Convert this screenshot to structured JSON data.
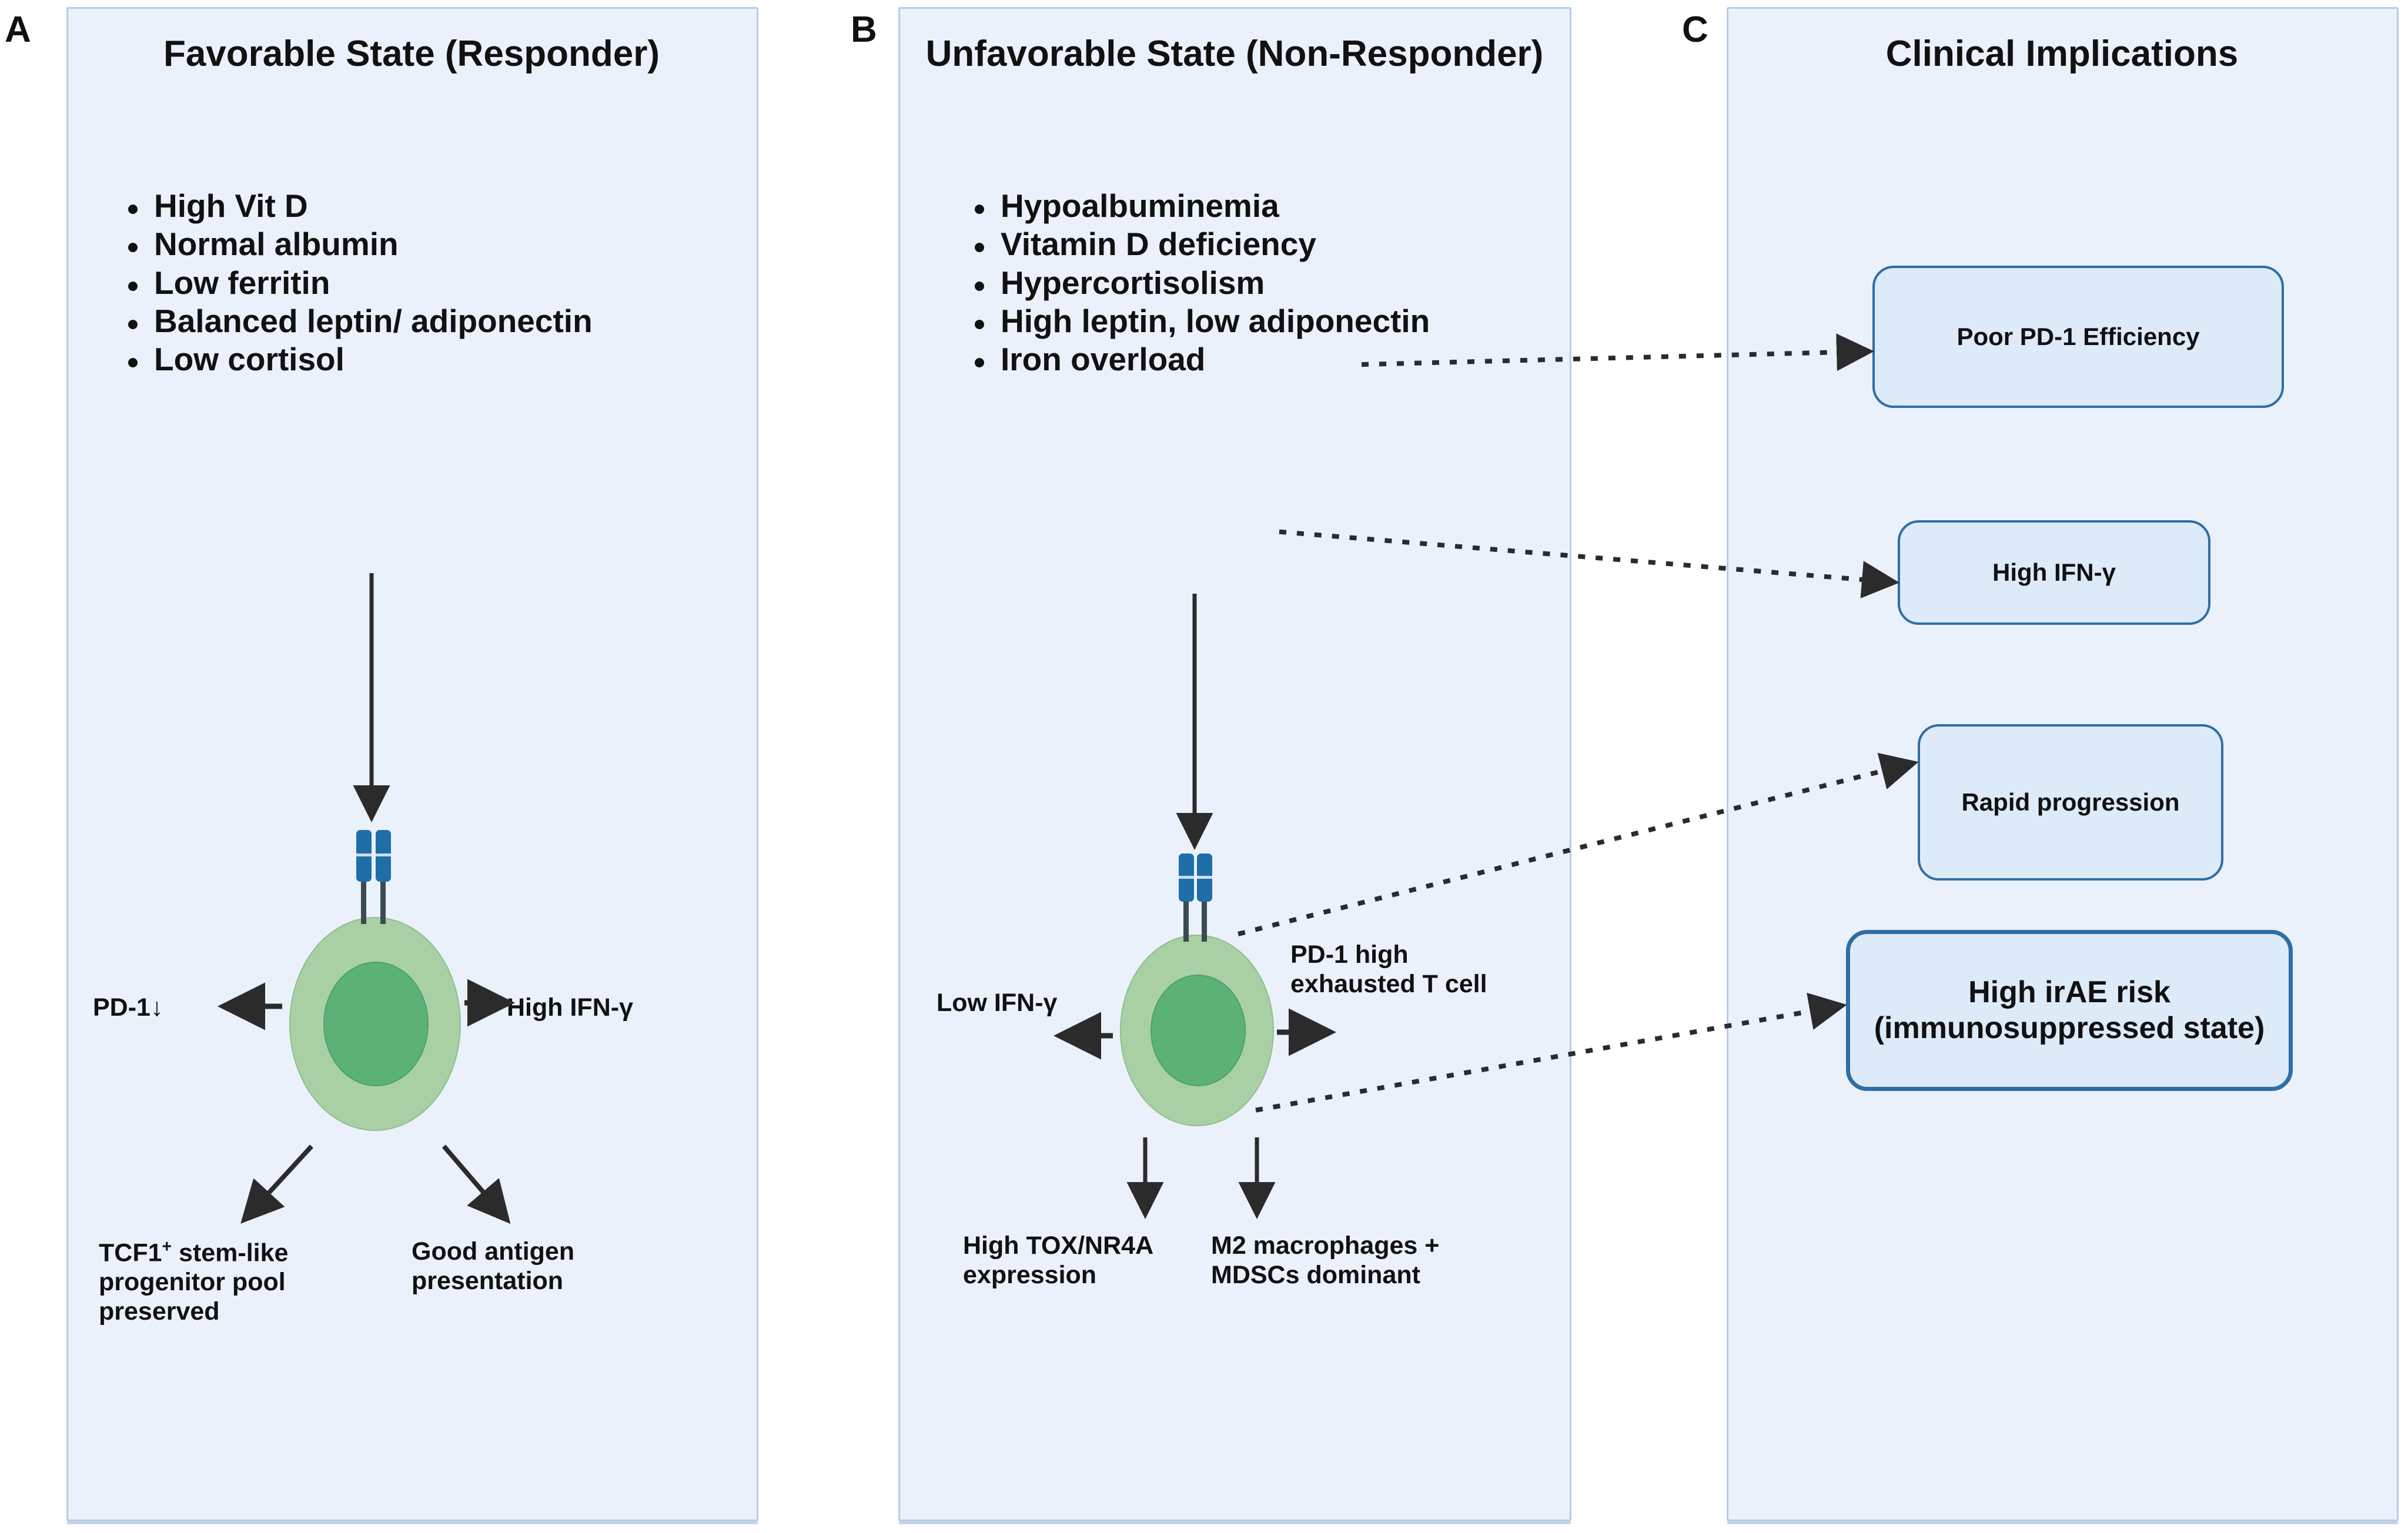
{
  "panels": {
    "a": {
      "letter": "A",
      "title": "Favorable State (Responder)",
      "bullets": [
        "High Vit D",
        "Normal albumin",
        "Low ferritin",
        "Balanced leptin/ adiponectin",
        "Low cortisol"
      ],
      "labels": {
        "pd1": "PD-1",
        "pd1_arrow_glyph": "↓",
        "high_ifn": "High IFN-γ",
        "tcf1_prefix": "TCF1",
        "tcf1_sup": "+",
        "tcf1_rest": " stem-like progenitor pool preserved",
        "good_antigen": "Good antigen presentation"
      }
    },
    "b": {
      "letter": "B",
      "title": "Unfavorable State (Non-Responder)",
      "bullets": [
        "Hypoalbuminemia",
        "Vitamin D deficiency",
        "Hypercortisolism",
        "High leptin, low adiponectin",
        "Iron overload"
      ],
      "labels": {
        "low_ifn": "Low IFN-γ",
        "pd1_high": "PD-1 high exhausted T cell",
        "tox": "High TOX/NR4A expression",
        "m2": "M2 macrophages + MDSCs dominant"
      }
    },
    "c": {
      "letter": "C",
      "title": "Clinical Implications",
      "boxes": [
        {
          "id": "poor-pd1-efficiency",
          "label": "Poor PD-1 Efficiency"
        },
        {
          "id": "high-ifn-gamma",
          "label": "High IFN-γ"
        },
        {
          "id": "rapid-progression",
          "label": "Rapid progression"
        },
        {
          "id": "high-irae-risk",
          "label": "High irAE risk (immunosuppressed state)"
        }
      ]
    }
  },
  "icons": {
    "cell_a": "t-cell-icon",
    "cell_b": "exhausted-t-cell-icon",
    "tcr_a": "tcr-receptor-icon",
    "tcr_b": "tcr-receptor-icon"
  },
  "colors": {
    "panel_background": "#eaf1fb",
    "panel_border": "#b9cce8",
    "box_fill": "#ddeaf8",
    "box_border": "#2f6ea3",
    "cell_membrane": "#a9d0a4",
    "cell_nucleus": "#5cb177",
    "receptor_blue": "#1f6ea8",
    "arrow_dark": "#2b2b2b",
    "text": "#111111"
  },
  "connections": [
    {
      "from": "Hypercortisolism",
      "to": "Poor PD-1 Efficiency",
      "style": "dotted"
    },
    {
      "from": "Iron overload",
      "to": "High IFN-γ",
      "style": "dotted"
    },
    {
      "from": "exhausted-t-cell",
      "to": "Rapid progression",
      "style": "dotted"
    },
    {
      "from": "exhausted-t-cell",
      "to": "High irAE risk (immunosuppressed state)",
      "style": "dotted"
    }
  ]
}
